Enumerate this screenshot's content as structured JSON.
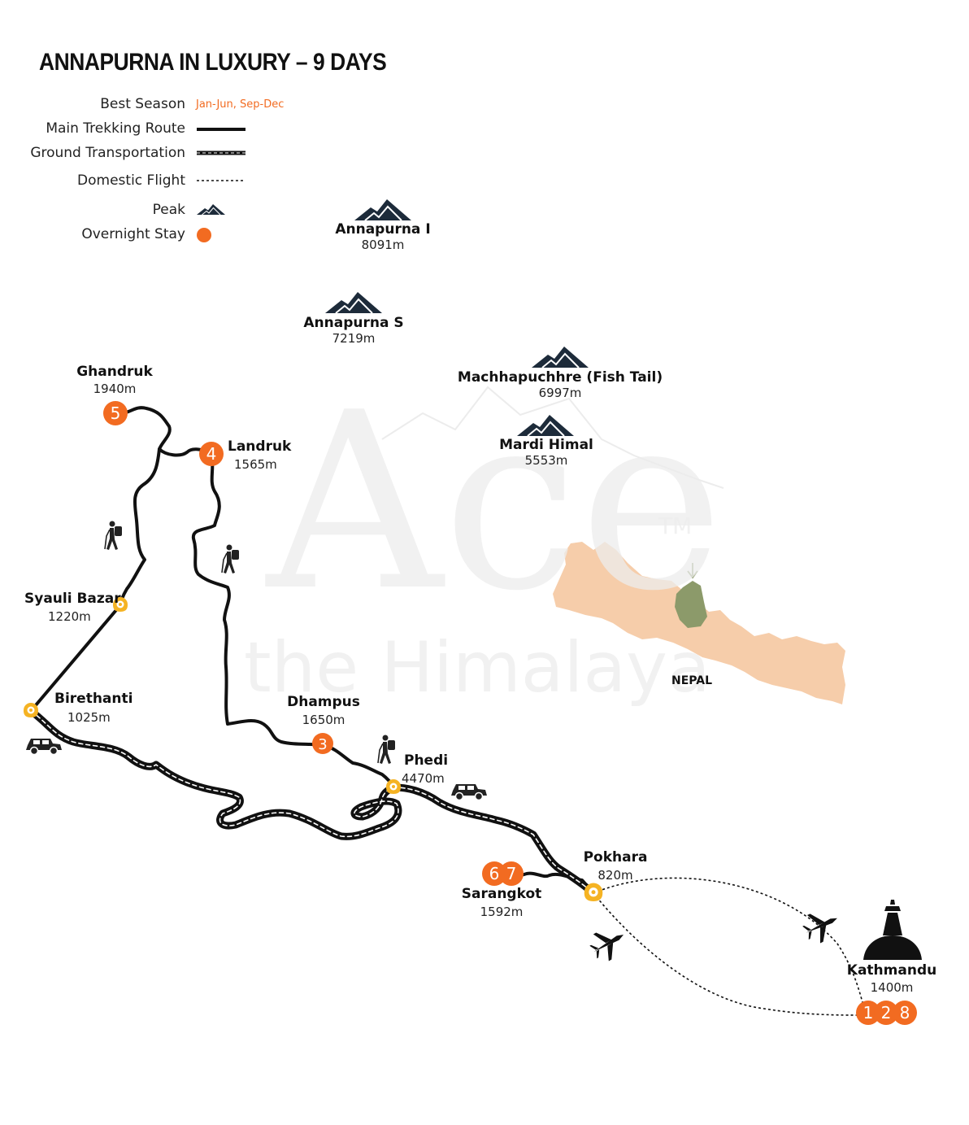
{
  "title": "ANNAPURNA IN LUXURY – 9 DAYS",
  "legend": {
    "best_season_label": "Best Season",
    "best_season_value": "Jan-Jun, Sep-Dec",
    "main_route_label": "Main Trekking Route",
    "ground_label": "Ground Transportation",
    "flight_label": "Domestic Flight",
    "peak_label": "Peak",
    "overnight_label": "Overnight Stay"
  },
  "colors": {
    "accent": "#f26b21",
    "marker": "#f5b323",
    "route": "#111111",
    "nepal": "#f6cdaa",
    "region": "#8c9a6a",
    "watermark": "#ededed"
  },
  "peaks": [
    {
      "name": "Annapurna I",
      "altitude": "8091m"
    },
    {
      "name": "Annapurna S",
      "altitude": "7219m"
    },
    {
      "name": "Machhapuchhre (Fish Tail)",
      "altitude": "6997m"
    },
    {
      "name": "Mardi Himal",
      "altitude": "5553m"
    }
  ],
  "places": [
    {
      "name": "Ghandruk",
      "altitude": "1940m",
      "stays": [
        "5"
      ]
    },
    {
      "name": "Landruk",
      "altitude": "1565m",
      "stays": [
        "4"
      ]
    },
    {
      "name": "Syauli Bazar",
      "altitude": "1220m"
    },
    {
      "name": "Birethanti",
      "altitude": "1025m"
    },
    {
      "name": "Dhampus",
      "altitude": "1650m",
      "stays": [
        "3"
      ]
    },
    {
      "name": "Phedi",
      "altitude": "4470m"
    },
    {
      "name": "Pokhara",
      "altitude": "820m"
    },
    {
      "name": "Sarangkot",
      "altitude": "1592m",
      "stays": [
        "6",
        "7"
      ]
    },
    {
      "name": "Kathmandu",
      "altitude": "1400m",
      "stays": [
        "1",
        "2",
        "8"
      ]
    }
  ],
  "country_label": "NEPAL",
  "watermark": {
    "logo": "Ace",
    "tagline": "the Himalaya",
    "tm": "TM"
  }
}
